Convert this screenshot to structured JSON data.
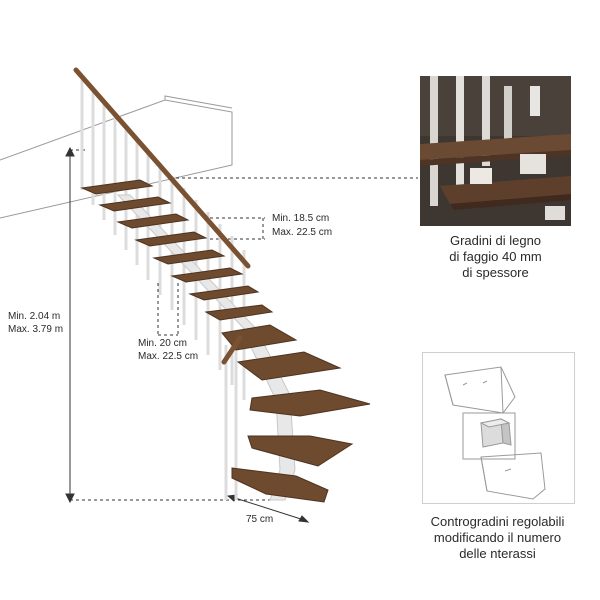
{
  "dimensions": {
    "total_height_min": "Min. 2.04 m",
    "total_height_max": "Max. 3.79 m",
    "riser_min": "Min. 18.5 cm",
    "riser_max": "Max. 22.5 cm",
    "tread_min": "Min. 20 cm",
    "tread_max": "Max. 22.5 cm",
    "width": "75 cm"
  },
  "captions": {
    "treads_line1": "Gradini di legno",
    "treads_line2": "di faggio 40 mm",
    "treads_line3": "di spessore",
    "risers_line1": "Controgradini regolabili",
    "risers_line2": "modificando il numero",
    "risers_line3": "delle nterassi"
  },
  "colors": {
    "wood": "#6e4a2e",
    "wood_dark": "#4e3320",
    "metal": "#f4f4f4",
    "line": "#333333",
    "outline": "#9a9a9a"
  }
}
